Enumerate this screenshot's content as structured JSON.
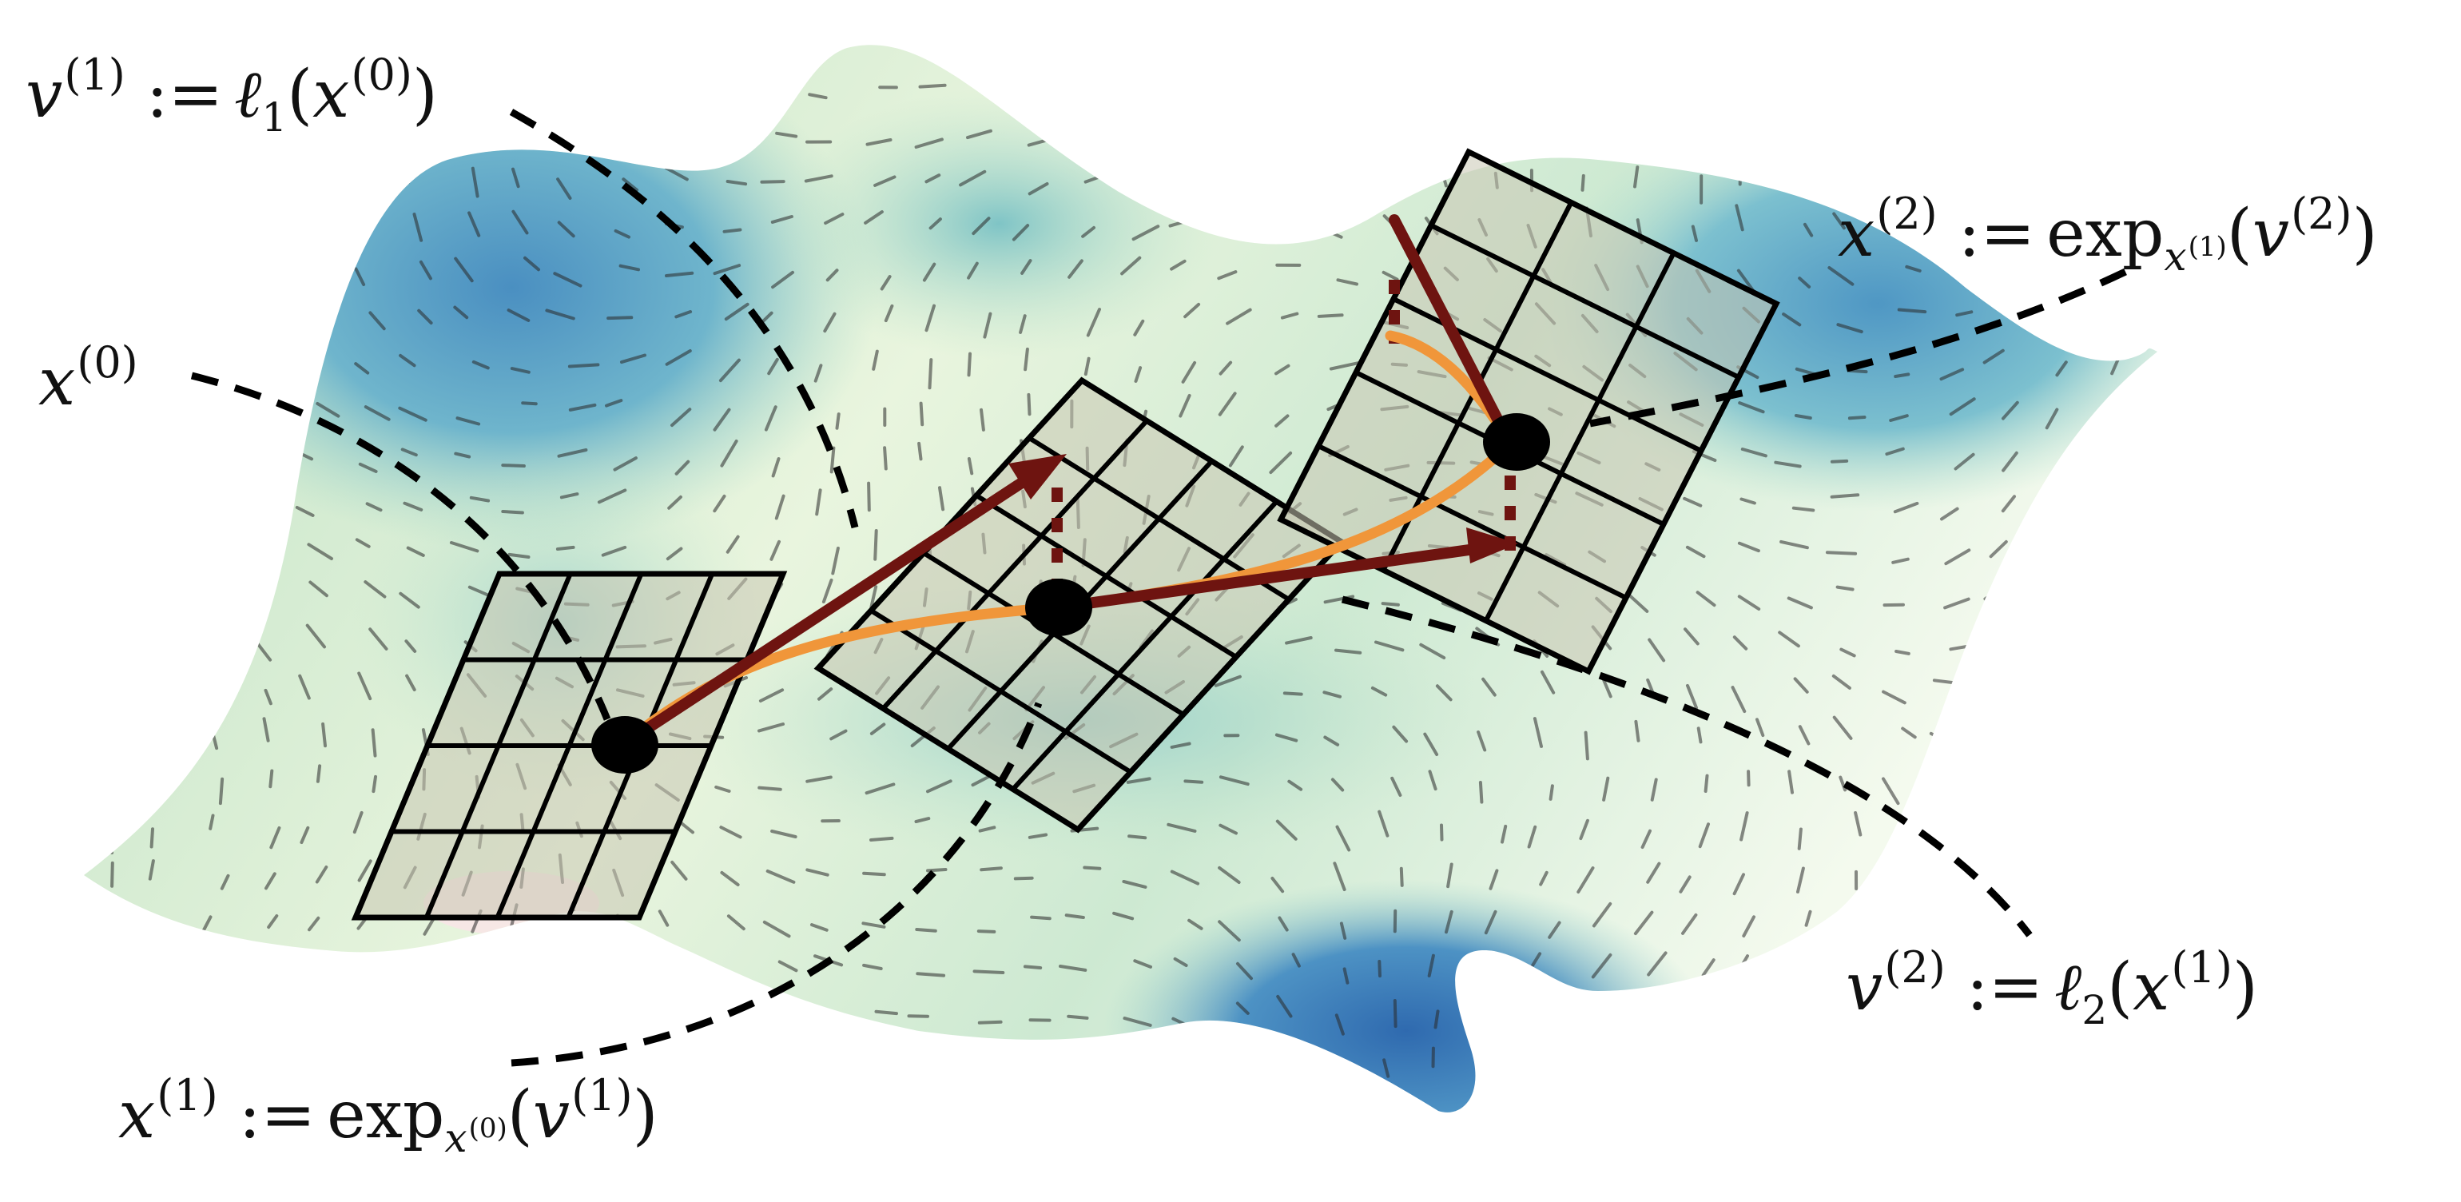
{
  "labels": {
    "v1": {
      "lhs_var": "v",
      "lhs_sup": "(1)",
      "op": ":=",
      "fn": "ℓ",
      "fn_sub": "1",
      "arg_var": "x",
      "arg_sup": "(0)"
    },
    "x0": {
      "var": "x",
      "sup": "(0)"
    },
    "x2": {
      "lhs_var": "x",
      "lhs_sup": "(2)",
      "op": ":=",
      "fn": "exp",
      "fn_sub_var": "x",
      "fn_sub_sup": "(1)",
      "arg_var": "v",
      "arg_sup": "(2)"
    },
    "v2": {
      "lhs_var": "v",
      "lhs_sup": "(2)",
      "op": ":=",
      "fn": "ℓ",
      "fn_sub": "2",
      "arg_var": "x",
      "arg_sup": "(1)"
    },
    "x1": {
      "lhs_var": "x",
      "lhs_sup": "(1)",
      "op": ":=",
      "fn": "exp",
      "fn_sub_var": "x",
      "fn_sub_sup": "(0)",
      "arg_var": "v",
      "arg_sup": "(1)"
    }
  },
  "colors": {
    "surface_light": "#eef7e4",
    "surface_mid": "#b9e0c4",
    "surface_teal": "#6fb8cc",
    "surface_deep": "#3a78b5",
    "tangent_plane": "#c9c6b2",
    "vector_arrow": "#6e1410",
    "geodesic": "#f0963a",
    "point": "#000000",
    "leader": "#000000"
  }
}
